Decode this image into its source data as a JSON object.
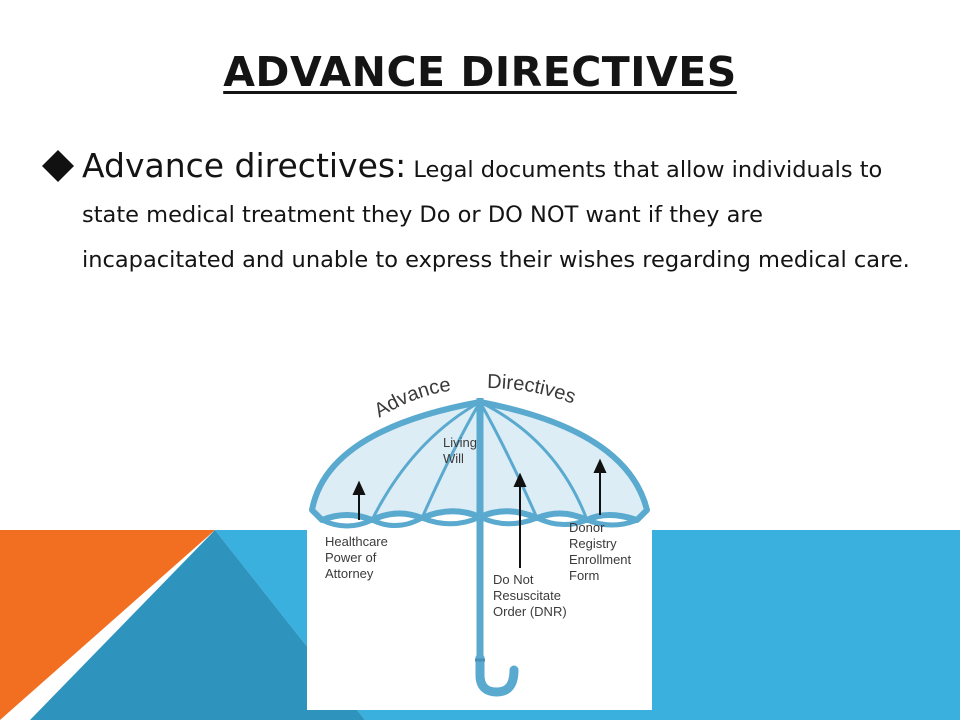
{
  "slide": {
    "title": "ADVANCE DIRECTIVES",
    "bullet": {
      "term": "Advance directives:",
      "definition": " Legal documents that allow individuals to state medical treatment they Do or DO NOT want if they are incapacitated and unable to express their wishes regarding medical care."
    }
  },
  "illustration": {
    "arc_left": "Advance",
    "arc_right": "Directives",
    "labels": {
      "living_will_1": "Living",
      "living_will_2": "Will",
      "healthcare_1": "Healthcare",
      "healthcare_2": "Power of",
      "healthcare_3": "Attorney",
      "donor_1": "Donor",
      "donor_2": "Registry",
      "donor_3": "Enrollment",
      "donor_4": "Form",
      "dnr_1": "Do Not",
      "dnr_2": "Resuscitate",
      "dnr_3": "Order (DNR)"
    }
  },
  "colors": {
    "orange": "#f26f21",
    "blue_light": "#3ab0df",
    "blue_dark": "#2e94bd",
    "umbrella_edge": "#5aa9cf",
    "umbrella_fill": "#dcedf6"
  }
}
